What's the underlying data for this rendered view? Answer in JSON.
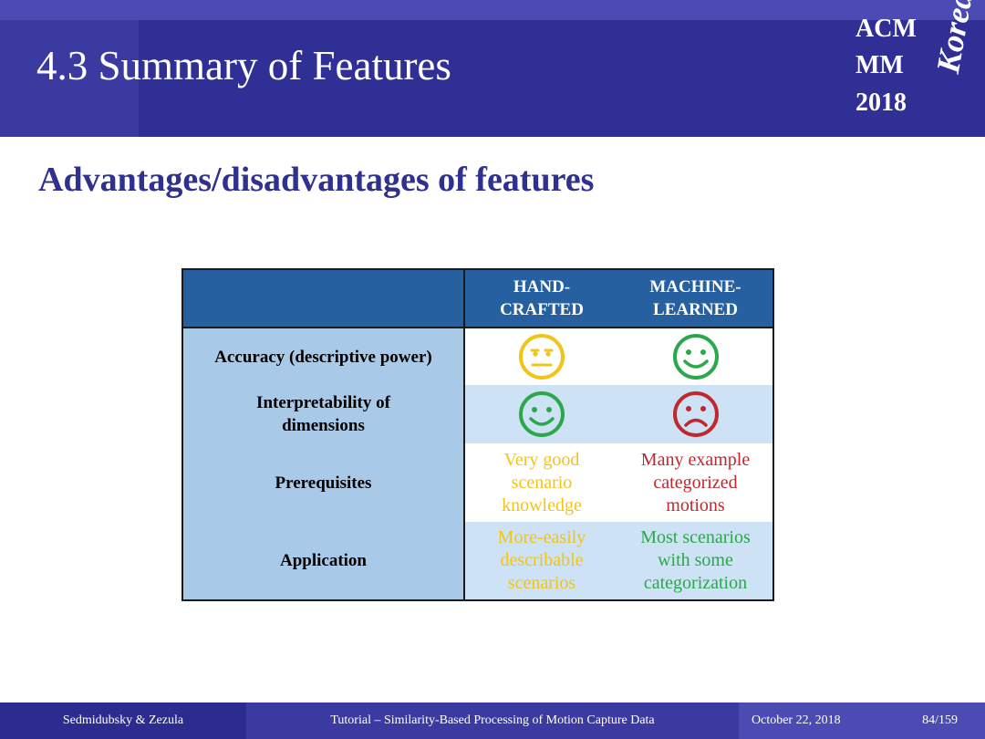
{
  "header": {
    "title": "4.3 Summary of Features",
    "logo": {
      "line1": "ACM",
      "line2": "MM",
      "line3": "2018",
      "script": "Korea"
    }
  },
  "section_title": "Advantages/disadvantages of features",
  "table": {
    "columns": [
      "HAND-\nCRAFTED",
      "MACHINE-\nLEARNED"
    ],
    "rows": [
      {
        "label": "Accuracy (descriptive power)",
        "hand": {
          "icon": "neutral-face-icon"
        },
        "machine": {
          "icon": "smiley-face-icon"
        }
      },
      {
        "label": "Interpretability of\ndimensions",
        "hand": {
          "icon": "smiley-face-icon"
        },
        "machine": {
          "icon": "sad-face-icon"
        }
      },
      {
        "label": "Prerequisites",
        "hand": {
          "text": "Very good\nscenario\nknowledge"
        },
        "machine": {
          "text": "Many example\ncategorized\nmotions"
        }
      },
      {
        "label": "Application",
        "hand": {
          "text": "More-easily\ndescribable\nscenarios"
        },
        "machine": {
          "text": "Most scenarios\nwith some\ncategorization"
        }
      }
    ]
  },
  "colors": {
    "yellow": "#f2c418",
    "green": "#2aa84a",
    "red": "#c0282e",
    "header_blue": "#2660a0"
  },
  "footer": {
    "authors": "Sedmidubsky & Zezula",
    "tutorial": "Tutorial – Similarity-Based Processing of Motion Capture Data",
    "date": "October 22, 2018",
    "page": "84/159"
  }
}
